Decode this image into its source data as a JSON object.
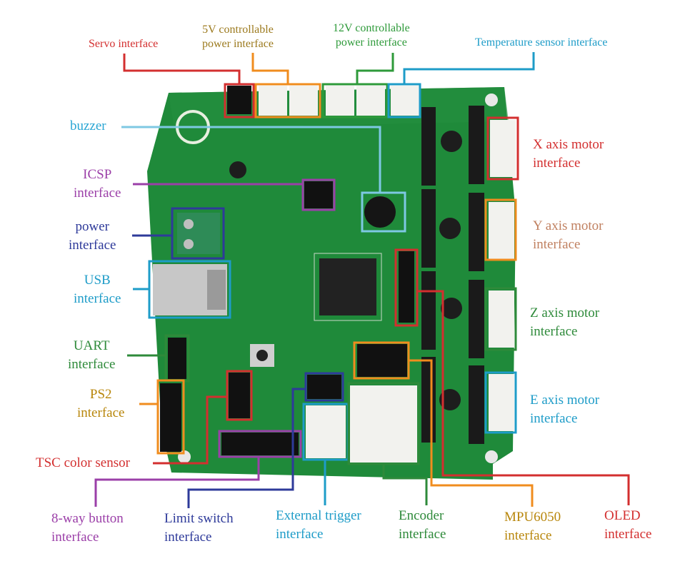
{
  "labels": {
    "servo": {
      "line1": "Servo interface",
      "color": "#d32f2f"
    },
    "v5": {
      "line1": "5V controllable",
      "line2": "power interface",
      "color": "#9c7a1e"
    },
    "v12": {
      "line1": "12V controllable",
      "line2": "power interface",
      "color": "#2e9a3a"
    },
    "temp": {
      "line1": "Temperature sensor interface",
      "color": "#1e9cc8"
    },
    "buzzer": {
      "line1": "buzzer",
      "color": "#2aa6d4"
    },
    "icsp": {
      "line1": "ICSP",
      "line2": "interface",
      "color": "#9b3fa8"
    },
    "power": {
      "line1": "power",
      "line2": "interface",
      "color": "#2e3a9a"
    },
    "usb": {
      "line1": "USB",
      "line2": "interface",
      "color": "#1e9cc8"
    },
    "uart": {
      "line1": "UART",
      "line2": "interface",
      "color": "#2e8a3a"
    },
    "ps2": {
      "line1": "PS2",
      "line2": "interface",
      "color": "#b8860b"
    },
    "tsc": {
      "line1": "TSC color sensor",
      "color": "#d32f2f"
    },
    "xmotor": {
      "line1": "X axis motor",
      "line2": "interface",
      "color": "#d32f2f"
    },
    "ymotor": {
      "line1": "Y axis motor",
      "line2": "interface",
      "color": "#c08060"
    },
    "zmotor": {
      "line1": "Z axis motor",
      "line2": "interface",
      "color": "#2e8a3a"
    },
    "emotor": {
      "line1": "E axis motor",
      "line2": "interface",
      "color": "#1e9cc8"
    },
    "button8": {
      "line1": "8-way button",
      "line2": "interface",
      "color": "#9b3fa8"
    },
    "limit": {
      "line1": "Limit switch",
      "line2": "interface",
      "color": "#2e3a9a"
    },
    "exttrig": {
      "line1": "External trigger",
      "line2": "interface",
      "color": "#1e9cc8"
    },
    "encoder": {
      "line1": "Encoder",
      "line2": "interface",
      "color": "#2e8a3a"
    },
    "mpu": {
      "line1": "MPU6050",
      "line2": "interface",
      "color": "#b8860b"
    },
    "oled": {
      "line1": "OLED",
      "line2": "interface",
      "color": "#d32f2f"
    }
  },
  "colors": {
    "board": "#1f8a3a",
    "board_dark": "#176e2e",
    "connector_white": "#f2f2ee",
    "header_black": "#1a1a1a"
  }
}
